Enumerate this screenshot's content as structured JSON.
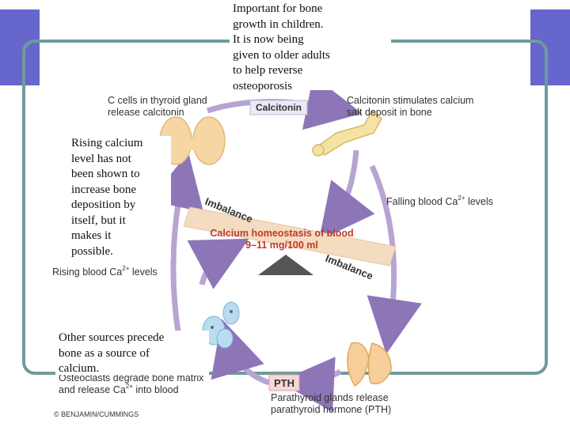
{
  "notes": {
    "top": "Important for bone\ngrowth in children.\nIt is now being\ngiven to older adults\nto help reverse\nosteoporosis",
    "left": "Rising calcium\nlevel has not\nbeen shown to\nincrease bone\ndeposition by\nitself, but it\nmakes it\npossible.",
    "bottom": "Other sources precede\nbone as a source of\ncalcium."
  },
  "diagram": {
    "c_cells": "C cells in thyroid gland\nrelease calcitonin",
    "calcitonin_box": "Calcitonin",
    "calcitonin_effect": "Calcitonin stimulates calcium\nsalt deposit in bone",
    "falling": "Falling blood Ca",
    "falling_sup": "2+",
    "falling_end": " levels",
    "rising": "Rising blood Ca",
    "rising_sup": "2+",
    "rising_end": " levels",
    "imbalance_top": "Imbalance",
    "imbalance_bottom": "Imbalance",
    "homeostasis_line1": "Calcium homeostasis of blood",
    "homeostasis_line2": "9–11 mg/100 ml",
    "osteoclasts_line1": "Osteoclasts degrade bone matrix",
    "osteoclasts_line2a": "and release Ca",
    "osteoclasts_sup": "2+",
    "osteoclasts_line2b": " into blood",
    "pth_box": "PTH",
    "parathyroid": "Parathyroid glands release\nparathyroid hormone (PTH)",
    "copyright": "© BENJAMIN/CUMMINGS"
  },
  "colors": {
    "accent": "#6666cc",
    "frame": "#6f9b9b",
    "arrow": "#b7a4d3",
    "arrow_dark": "#8d76b8",
    "beam": "#f4dcc0",
    "homeostasis_text": "#c0392b",
    "fulcrum": "#555555"
  }
}
